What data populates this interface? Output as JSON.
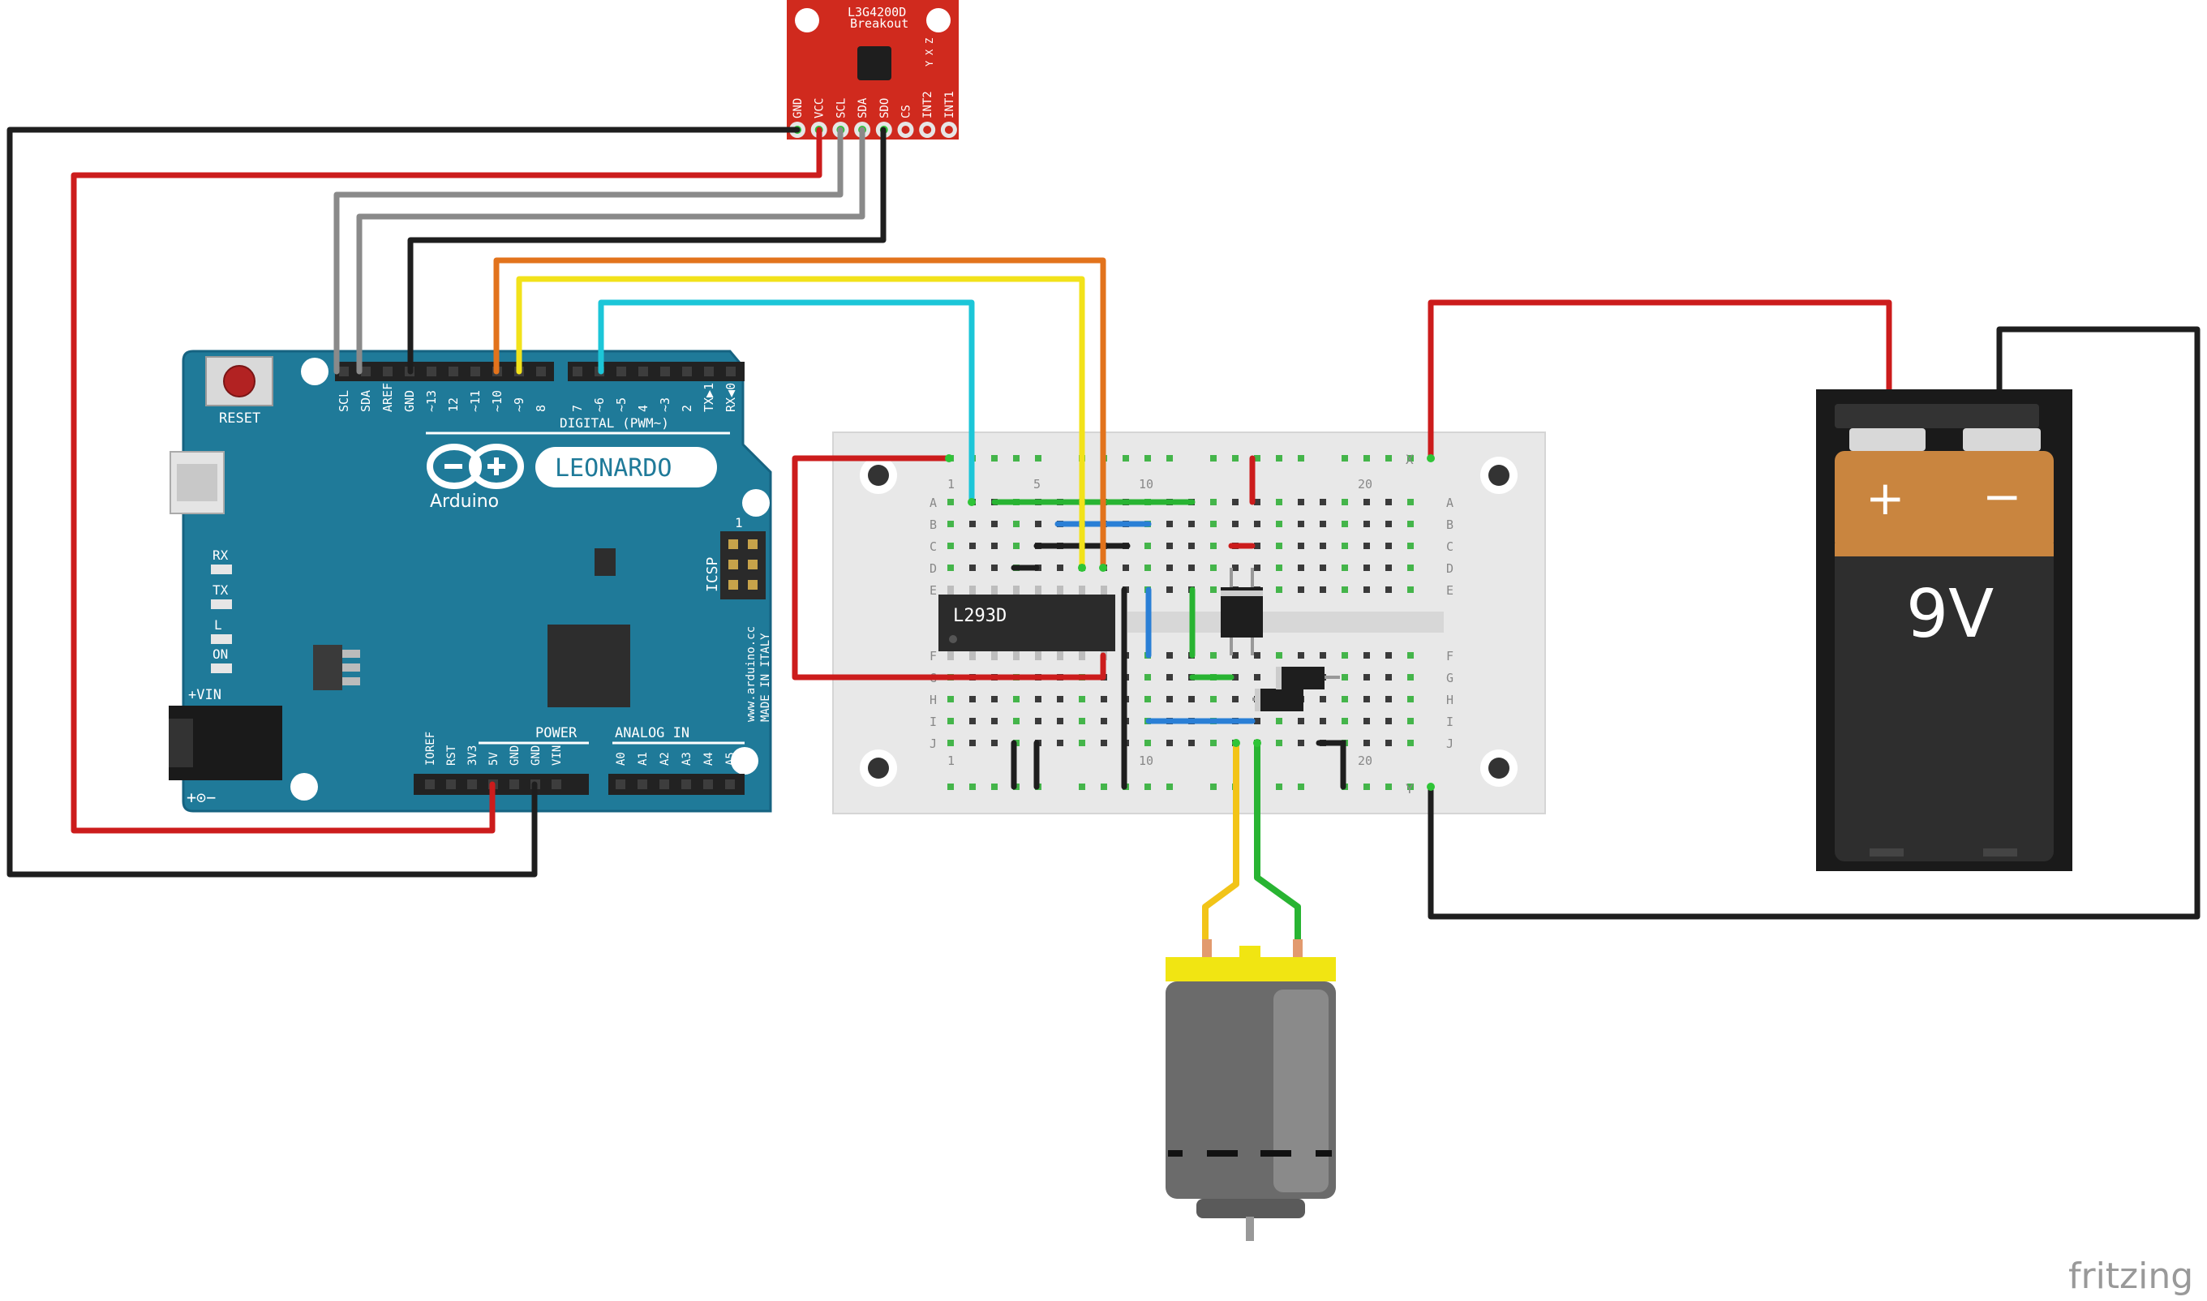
{
  "sensor": {
    "name_line1": "L3G4200D",
    "name_line2": "Breakout",
    "pins": [
      "GND",
      "VCC",
      "SCL",
      "SDA",
      "SDO",
      "CS",
      "INT2",
      "INT1"
    ],
    "axes": [
      "Z",
      "X",
      "Y"
    ]
  },
  "arduino": {
    "model": "LEONARDO",
    "brand": "Arduino",
    "reset_label": "RESET",
    "digital_label": "DIGITAL (PWM~)",
    "header_top": [
      "SCL",
      "SDA",
      "AREF",
      "GND",
      "~13",
      "12",
      "~11",
      "~10",
      "~9",
      "8",
      "7",
      "~6",
      "~5",
      "4",
      "~3",
      "2",
      "TX▶1",
      "RX◀0"
    ],
    "icsp_label": "ICSP",
    "icsp_pin": "1",
    "leds": [
      "RX",
      "TX",
      "L",
      "ON"
    ],
    "vin_label": "+VIN",
    "power_label": "POWER",
    "analog_label": "ANALOG IN",
    "power_pins": [
      "IOREF",
      "RST",
      "3V3",
      "5V",
      "GND",
      "GND",
      "VIN"
    ],
    "analog_pins": [
      "A0",
      "A1",
      "A2",
      "A3",
      "A4",
      "A5"
    ],
    "website": "www.arduino.cc",
    "made_in": "MADE IN ITALY",
    "polarity": "+⊙−"
  },
  "breadboard": {
    "rows_left": [
      "A",
      "B",
      "C",
      "D",
      "E",
      "F",
      "G",
      "H",
      "I",
      "J"
    ],
    "rail_top": "X",
    "rail_bottom": "Y",
    "col_labels_top": [
      "1",
      "5",
      "10",
      "20"
    ],
    "col_labels_bottom": [
      "1",
      "10",
      "20"
    ]
  },
  "chip": {
    "label": "L293D"
  },
  "battery": {
    "plus": "+",
    "minus": "−",
    "voltage": "9V"
  },
  "watermark": "fritzing",
  "colors": {
    "board_teal": "#1f7a99",
    "sensor_red": "#d02a1e",
    "wire_red": "#cc1c1c",
    "wire_black": "#1e1e1e",
    "wire_gray": "#8a8a8a",
    "wire_orange": "#e2731c",
    "wire_yellow": "#f2e21a",
    "wire_cyan": "#1cc6d8",
    "wire_green": "#28b432",
    "wire_blue": "#2a7fd6",
    "motor_yellow": "#f1e512",
    "battery_orange": "#c9853f"
  }
}
